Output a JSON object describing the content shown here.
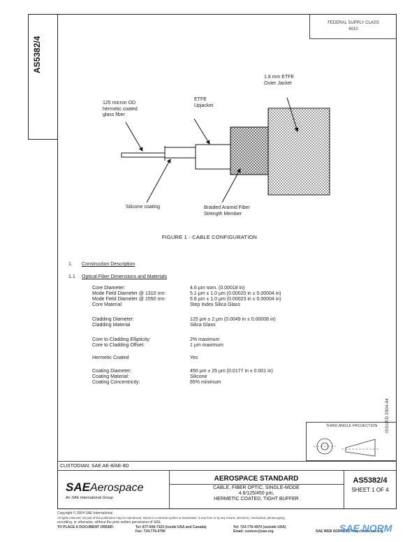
{
  "document_number": "AS5382/4",
  "fed_sup": {
    "line1": "FEDERAL SUPPLY CLASS",
    "line2": "6010"
  },
  "figure": {
    "labels": {
      "jacket": [
        "1.8 mm ETFE",
        "Outer Jacket"
      ],
      "fiber": [
        "125 micron OD",
        "hermetic coated",
        "glass fiber"
      ],
      "etfe": [
        "ETFE",
        "Upjacket"
      ],
      "silicone": "Silicone coating",
      "aramid": [
        "Braided Aramid Fiber",
        "Strength Member"
      ]
    },
    "caption": "FIGURE 1 - CABLE CONFIGURATION"
  },
  "sections": {
    "s1": {
      "num": "1.",
      "title": "Construction Description"
    },
    "s11": {
      "num": "1.1",
      "title": "Optical Fiber Dimensions and Materials"
    }
  },
  "specs": [
    {
      "label": "Core Diameter:",
      "value": "4.6 µm nom. (0.00018 in)"
    },
    {
      "label": "Mode Field Diameter @ 1310 nm:",
      "value": "5.1 µm ± 1.0 µm (0.00020 in ± 0.00004 in)"
    },
    {
      "label": "Mode Field Diameter @ 1550 nm:",
      "value": "5.8 µm ± 1.0 µm (0.00023 in ± 0.00004 in)"
    },
    {
      "label": "Core Material",
      "value": "Step Index Silica Glass"
    },
    {
      "label": "Cladding Diameter:",
      "value": "125 µm ± 2 µm (0.0049 in ± 0.00008 in)"
    },
    {
      "label": "Cladding Material",
      "value": "Silica Glass"
    },
    {
      "label": "Core to Cladding Ellipticity:",
      "value": "2% maximum"
    },
    {
      "label": "Core to Cladding Offset:",
      "value": "1 µm maximum"
    },
    {
      "label": "Hermetic Coated",
      "value": "Yes"
    },
    {
      "label": "Coating Diameter:",
      "value": "450 µm ± 25 µm (0.0177 in ± 0.001 in)"
    },
    {
      "label": "Coating Material:",
      "value": "Silicone"
    },
    {
      "label": "Coating Concentricity:",
      "value": "65% minimum"
    }
  ],
  "issued": "ISSUED 2004-04",
  "projection": "THIRD ANGLE PROJECTION",
  "custodian": "CUSTODIAN: SAE AE-8/AE-8D",
  "title_block": {
    "logo_main": "SAE",
    "logo_sub": "Aerospace",
    "logo_tag": "An SAE International Group",
    "standard": "AEROSPACE STANDARD",
    "line1": "CABLE, FIBER OPTIC, SINGLE-MODE",
    "line2": "4.6/125/450 µm,",
    "line3": "HERMETIC COATED, TIGHT BUFFER",
    "sheet": "SHEET 1 OF 4"
  },
  "footer": {
    "copyright": "Copyright © 2004 SAE International",
    "rights1": "All rights reserved. No part of this publication may be reproduced, stored in a retrieval system or transmitted, in any form or by any means, electronic, mechanical, photocopying,",
    "rights2": "recording, or otherwise, without the prior written permission of SAE.",
    "order": "TO PLACE A DOCUMENT ORDER:",
    "tel1": "Tel: 877-606-7323 (inside USA and Canada)",
    "tel2": "Tel: 724-776-4970 (outside USA)",
    "fax": "Fax: 724-776-0790",
    "email": "Email: custsvc@sae.org",
    "web": "SAE WEB ADDRESS: http://www.sae.org"
  },
  "watermark": "SAE NORM"
}
